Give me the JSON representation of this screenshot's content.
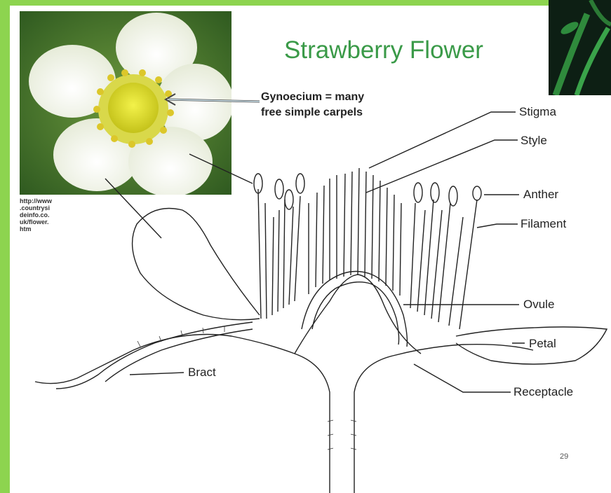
{
  "title": "Strawberry Flower",
  "annotation": {
    "line1": "Gynoecium = many",
    "line2": "free simple carpels"
  },
  "photo_credit": {
    "line1": "http://www",
    "line2": ".countrysi",
    "line3": "deinfo.co.",
    "line4": "uk/flower.",
    "line5": "htm"
  },
  "labels": {
    "stigma": "Stigma",
    "style": "Style",
    "anther": "Anther",
    "filament": "Filament",
    "ovule": "Ovule",
    "petal": "Petal",
    "bract": "Bract",
    "receptacle": "Receptacle"
  },
  "page_number": "29",
  "colors": {
    "frame": "#8dd44f",
    "title": "#3a9a48",
    "petal": "#f4f7ec",
    "center": "#e3df2a"
  }
}
